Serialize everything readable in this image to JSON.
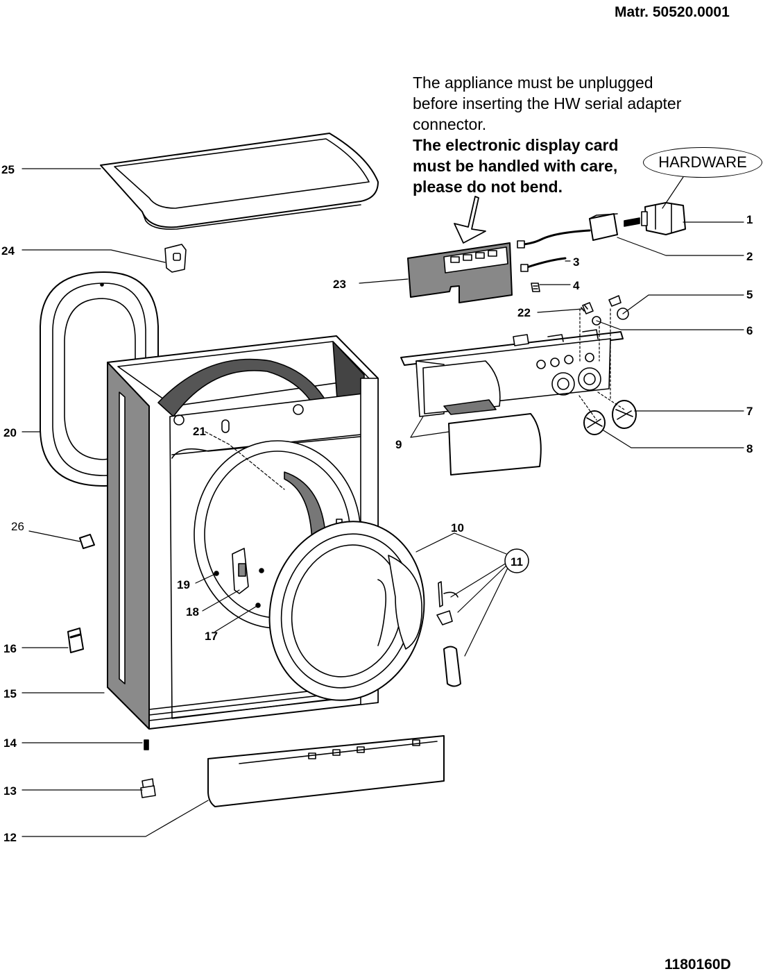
{
  "header": {
    "material_code": "Matr. 50520.0001"
  },
  "footer": {
    "drawing_code": "1180160D"
  },
  "warning": {
    "line1": "The appliance must be unplugged",
    "line2": "before inserting the HW serial adapter",
    "line3": "connector.",
    "bold1": "The electronic display card",
    "bold2": "must be handled with care,",
    "bold3": "please do not bend."
  },
  "hardware_label": "HARDWARE",
  "callouts": {
    "c1": "1",
    "c2": "2",
    "c3": "3",
    "c4": "4",
    "c5": "5",
    "c6": "6",
    "c7": "7",
    "c8": "8",
    "c9": "9",
    "c10": "10",
    "c11": "11",
    "c12": "12",
    "c13": "13",
    "c14": "14",
    "c15": "15",
    "c16": "16",
    "c17": "17",
    "c18": "18",
    "c19": "19",
    "c20": "20",
    "c21": "21",
    "c22": "22",
    "c23": "23",
    "c24": "24",
    "c25": "25",
    "c26": "26"
  },
  "colors": {
    "ink": "#000000",
    "panel_grey": "#888888",
    "paper": "#ffffff"
  }
}
